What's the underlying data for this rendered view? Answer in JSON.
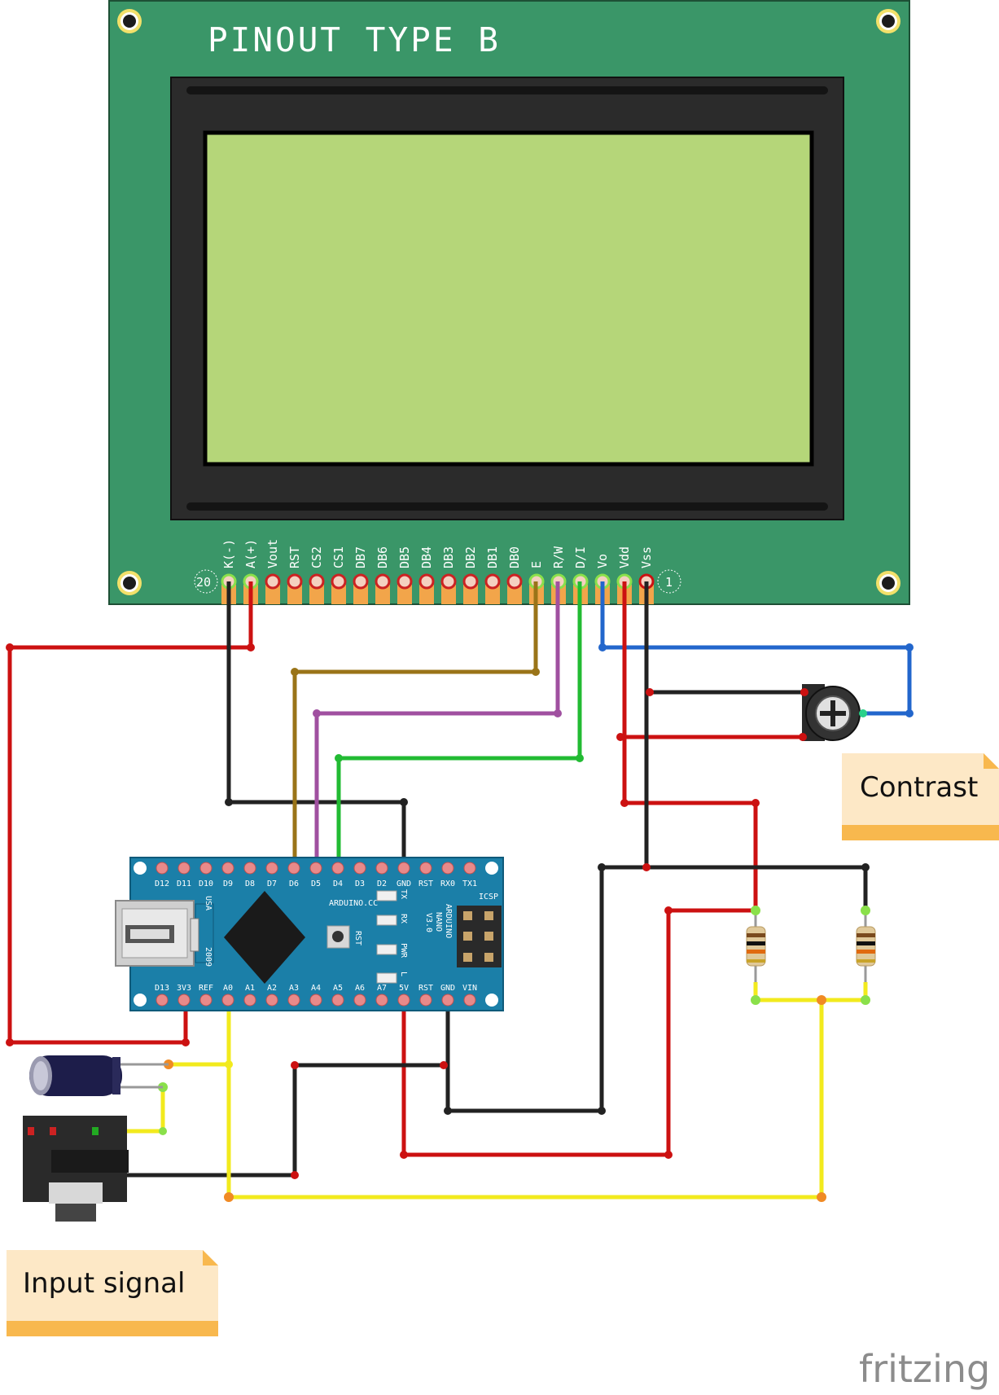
{
  "lcd": {
    "title": "PINOUT TYPE B",
    "pin_labels": [
      "K(-)",
      "A(+)",
      "Vout",
      "RST",
      "CS2",
      "CS1",
      "DB7",
      "DB6",
      "DB5",
      "DB4",
      "DB3",
      "DB2",
      "DB1",
      "DB0",
      "E",
      "R/W",
      "D/I",
      "Vo",
      "Vdd",
      "Vss"
    ],
    "pin_left_number": "20",
    "pin_right_number": "1"
  },
  "nano": {
    "top_labels": [
      "D12",
      "D11",
      "D10",
      "D9",
      "D8",
      "D7",
      "D6",
      "D5",
      "D4",
      "D3",
      "D2",
      "GND",
      "RST",
      "RX0",
      "TX1"
    ],
    "bottom_labels": [
      "D13",
      "3V3",
      "REF",
      "A0",
      "A1",
      "A2",
      "A3",
      "A4",
      "A5",
      "A6",
      "A7",
      "5V",
      "RST",
      "GND",
      "VIN"
    ],
    "brand": "ARDUINO.CC",
    "model_lines": [
      "ARDUINO",
      "NANO",
      "V3.0"
    ],
    "icsp": "ICSP",
    "usa": "USA",
    "year": "2009",
    "rst": "RST",
    "led_labels": [
      "TX",
      "RX",
      "PWR",
      "L"
    ]
  },
  "notes": {
    "contrast": "Contrast",
    "input_signal": "Input signal"
  },
  "watermark": "fritzing",
  "colors": {
    "pcb_green": "#3a9668",
    "lcd_screen": "#b5d679",
    "nano_blue": "#1b7fa8",
    "wire_red": "#cc1111",
    "wire_black": "#222222",
    "wire_yellow": "#f2ea1d",
    "wire_blue": "#2266cc",
    "wire_green": "#22bb33",
    "wire_purple": "#a050a0",
    "wire_brown": "#9a7418",
    "note_bg": "#fde8c6",
    "note_band": "#f8b84e"
  }
}
